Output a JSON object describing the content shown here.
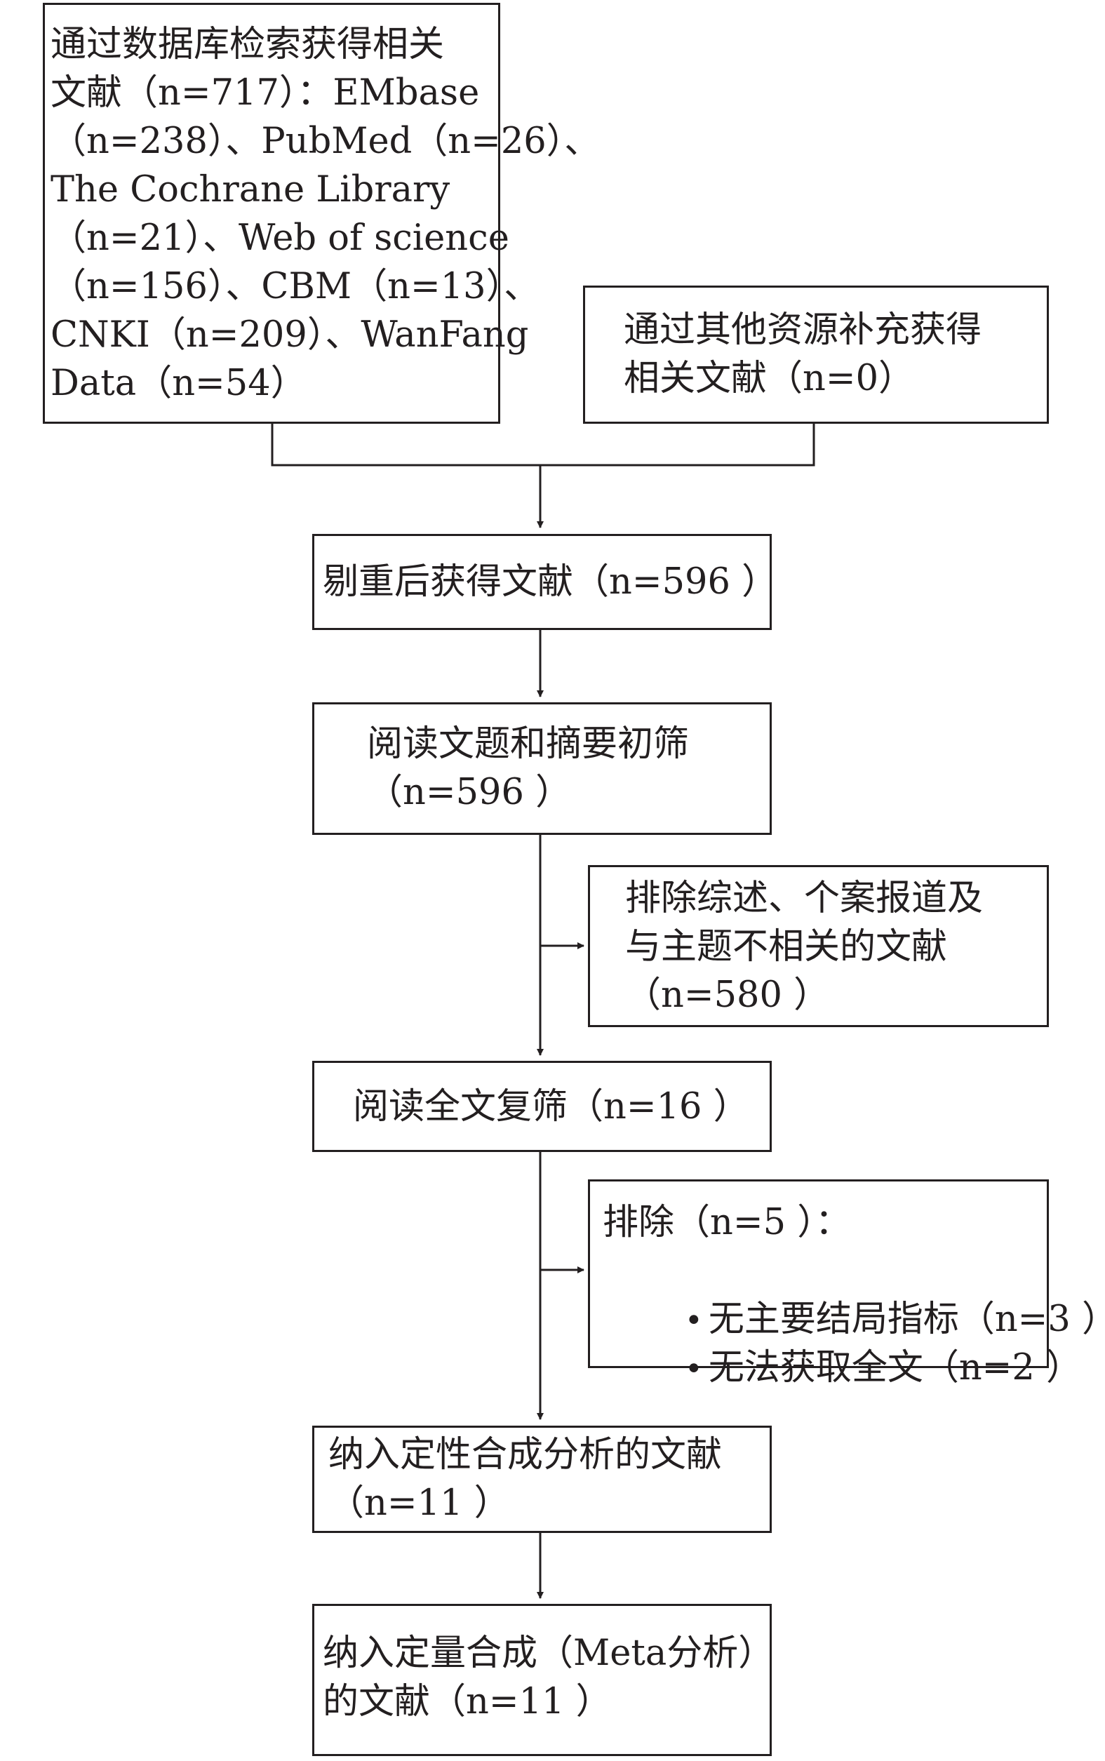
{
  "diagram": {
    "db_search": {
      "lines": [
        "通过数据库检索获得相关",
        "文献（n=717）：EMbase",
        "（n=238）、PubMed（n=26）、",
        "The Cochrane Library",
        "（n=21）、Web of science",
        "（n=156）、CBM（n=13）、",
        "CNKI（n=209）、WanFang",
        "Data（n=54）"
      ]
    },
    "other_sources": {
      "lines": [
        "通过其他资源补充获得",
        "相关文献（n=0）"
      ]
    },
    "dedup": {
      "lines": [
        "剔重后获得文献（n=596 ）"
      ]
    },
    "title_abstract": {
      "lines": [
        "阅读文题和摘要初筛",
        "（n=596 ）"
      ]
    },
    "exclude_1": {
      "lines": [
        "排除综述、个案报道及",
        "与主题不相关的文献",
        "（n=580 ）"
      ]
    },
    "fulltext": {
      "lines": [
        "阅读全文复筛（n=16 ）"
      ]
    },
    "exclude_2": {
      "title": "排除（n=5 ）：",
      "items": [
        "无主要结局指标（n=3 ）",
        "无法获取全文（n=2 ）"
      ]
    },
    "qualitative": {
      "lines": [
        "纳入定性合成分析的文献",
        "（n=11 ）"
      ]
    },
    "quantitative": {
      "lines": [
        "纳入定量合成（Meta分析）",
        "的文献（n=11 ）"
      ]
    }
  }
}
